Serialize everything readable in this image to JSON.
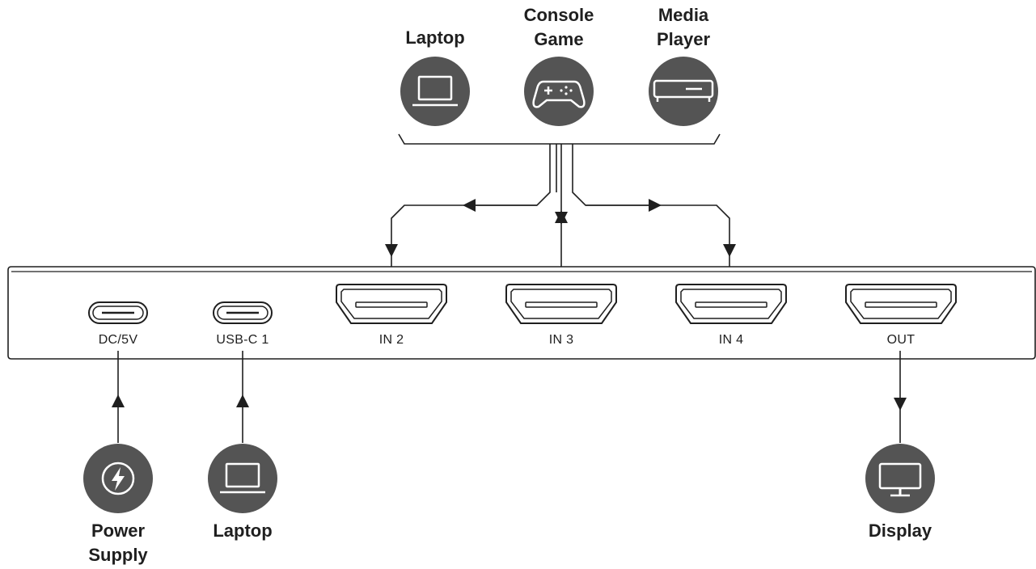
{
  "colors": {
    "icon_circle": "#545454",
    "icon_glyph": "#ffffff",
    "line": "#1f1f1f",
    "background": "#ffffff"
  },
  "sources_top": [
    {
      "label_line1": "",
      "label_line2": "Laptop",
      "icon": "laptop-icon"
    },
    {
      "label_line1": "Console",
      "label_line2": "Game",
      "icon": "gamepad-icon"
    },
    {
      "label_line1": "Media",
      "label_line2": "Player",
      "icon": "media-player-icon"
    }
  ],
  "ports": [
    {
      "label": "DC/5V",
      "type": "usb-c"
    },
    {
      "label": "USB-C 1",
      "type": "usb-c"
    },
    {
      "label": "IN 2",
      "type": "hdmi"
    },
    {
      "label": "IN 3",
      "type": "hdmi"
    },
    {
      "label": "IN 4",
      "type": "hdmi"
    },
    {
      "label": "OUT",
      "type": "hdmi"
    }
  ],
  "bottom_devices": [
    {
      "label_line1": "Power",
      "label_line2": "Supply",
      "icon": "power-bolt-icon"
    },
    {
      "label_line1": "Laptop",
      "label_line2": "",
      "icon": "laptop-icon"
    },
    {
      "label_line1": "Display",
      "label_line2": "",
      "icon": "monitor-icon"
    }
  ]
}
